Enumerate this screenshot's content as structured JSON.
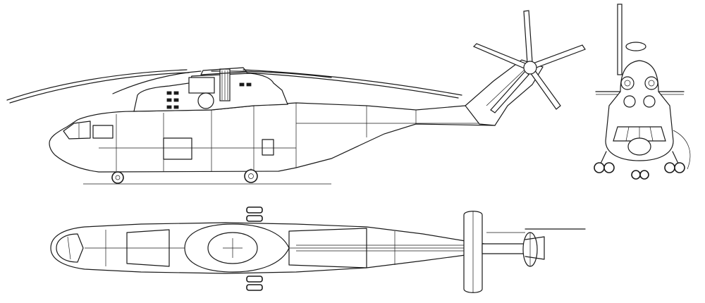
{
  "drawing": {
    "views": [
      "side-view",
      "front-view",
      "top-view"
    ],
    "line_color": "#1a1a1a",
    "background": "#ffffff"
  }
}
